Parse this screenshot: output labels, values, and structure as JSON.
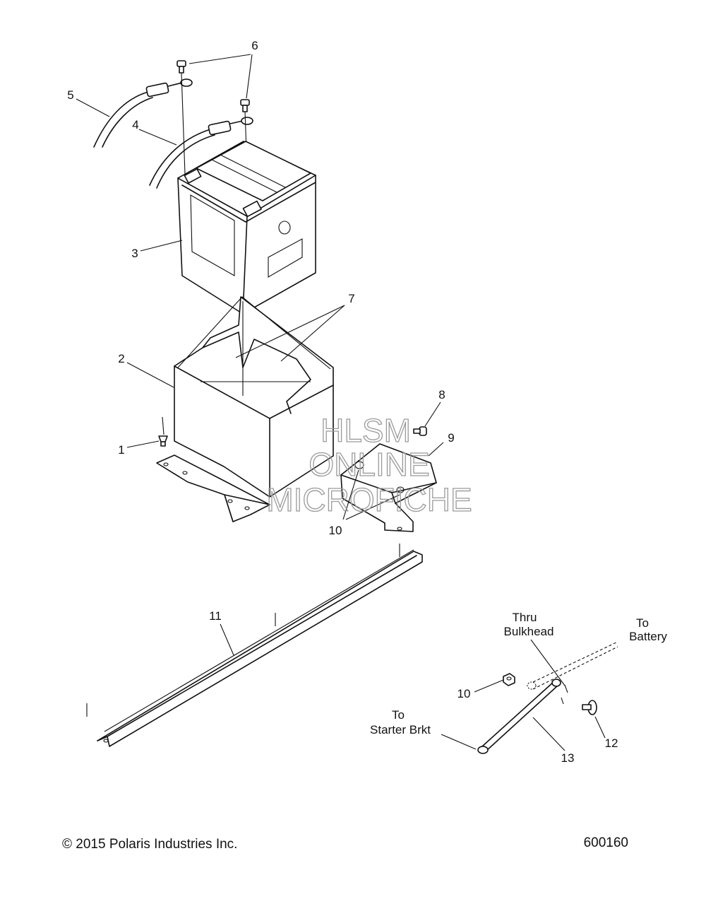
{
  "callouts": {
    "c1": "1",
    "c2": "2",
    "c3": "3",
    "c4": "4",
    "c5": "5",
    "c6": "6",
    "c7": "7",
    "c8": "8",
    "c9": "9",
    "c10a": "10",
    "c10b": "10",
    "c11": "11",
    "c12": "12",
    "c13": "13"
  },
  "notes": {
    "thru_line1": "Thru",
    "thru_line2": "Bulkhead",
    "to_battery_line1": "To",
    "to_battery_line2": "Battery",
    "to_starter_line1": "To",
    "to_starter_line2": "Starter Brkt"
  },
  "watermark": {
    "line1": "HLSM",
    "line2": "ONLINE",
    "line3": "MICROFICHE"
  },
  "footer": {
    "copyright": "© 2015 Polaris Industries Inc.",
    "diagram_number": "600160"
  }
}
